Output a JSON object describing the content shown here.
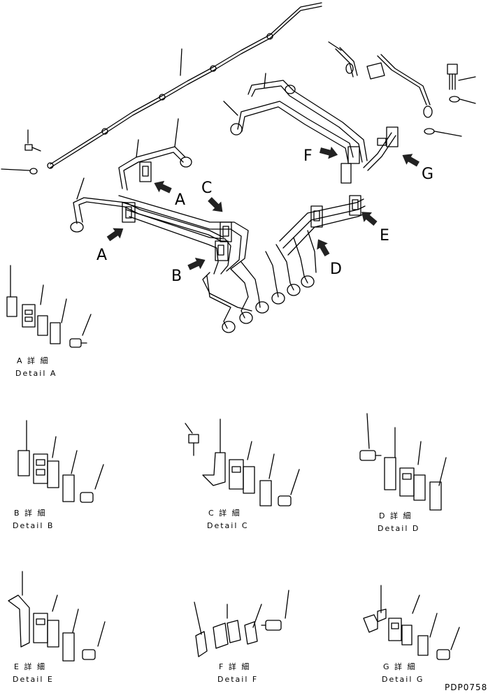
{
  "main_labels": {
    "A1": "A",
    "A2": "A",
    "B": "B",
    "C": "C",
    "D": "D",
    "E": "E",
    "F": "F",
    "G": "G"
  },
  "details": [
    {
      "id": "A",
      "jp": "A 詳 細",
      "en": "Detail A"
    },
    {
      "id": "B",
      "jp": "B 詳 細",
      "en": "Detail B"
    },
    {
      "id": "C",
      "jp": "C 詳 細",
      "en": "Detail C"
    },
    {
      "id": "D",
      "jp": "D 詳 細",
      "en": "Detail D"
    },
    {
      "id": "E",
      "jp": "E 詳 細",
      "en": "Detail E"
    },
    {
      "id": "F",
      "jp": "F 詳 細",
      "en": "Detail F"
    },
    {
      "id": "G",
      "jp": "G 詳 細",
      "en": "Detail G"
    }
  ],
  "part_number": "PDP0758"
}
